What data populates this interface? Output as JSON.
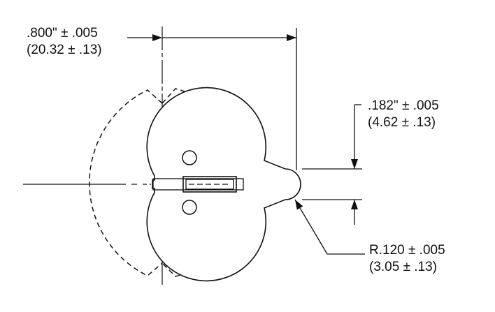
{
  "dimensions": {
    "width_callout": {
      "line1": ".800\" ± .005",
      "line2": "(20.32 ± .13)"
    },
    "height_callout": {
      "line1": ".182\" ± .005",
      "line2": "(4.62 ± .13)"
    },
    "radius_callout": {
      "line1": "R.120 ± .005",
      "line2": "(3.05 ± .13)"
    }
  }
}
